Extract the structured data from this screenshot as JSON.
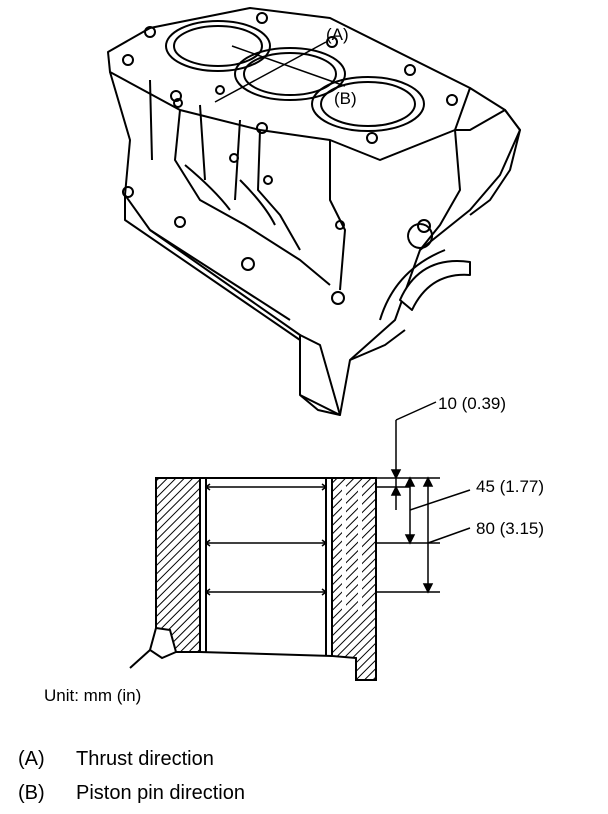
{
  "labels": {
    "a": "(A)",
    "b": "(B)",
    "dim_top": "10 (0.39)",
    "dim_45": "45 (1.77)",
    "dim_80": "80 (3.15)"
  },
  "unit": "Unit: mm (in)",
  "legend": [
    {
      "key": "(A)",
      "text": "Thrust direction"
    },
    {
      "key": "(B)",
      "text": "Piston pin direction"
    }
  ]
}
